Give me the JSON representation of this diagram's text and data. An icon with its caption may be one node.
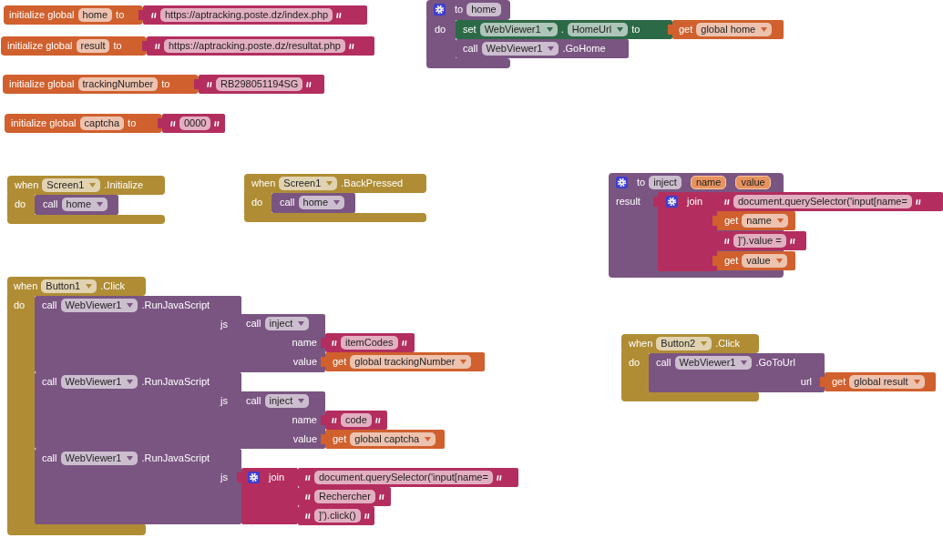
{
  "diagram": {
    "nodes": [
      {
        "text": [
          "initialize global",
          "home",
          "to"
        ]
      },
      {
        "text": [
          "https://aptracking.poste.dz/index.php"
        ]
      },
      {
        "text": [
          "initialize global",
          "result",
          "to"
        ]
      },
      {
        "text": [
          "https://aptracking.poste.dz/resultat.php"
        ]
      },
      {
        "text": [
          "initialize global",
          "trackingNumber",
          "to"
        ]
      },
      {
        "text": [
          "RB298051194SG"
        ]
      },
      {
        "text": [
          "initialize global",
          "captcha",
          "to"
        ]
      },
      {
        "text": [
          "0000"
        ]
      },
      {
        "text": [
          "to",
          "home",
          "do"
        ]
      },
      {
        "text": [
          "set",
          "WebViewer1",
          ".",
          "HomeUrl",
          "to"
        ]
      },
      {
        "text": [
          "get",
          "global home"
        ]
      },
      {
        "text": [
          "call",
          "WebViewer1",
          ".GoHome"
        ]
      },
      {
        "text": [
          "when",
          "Screen1",
          ".Initialize",
          "do"
        ]
      },
      {
        "text": [
          "call",
          "home"
        ],
        "in": 12
      },
      {
        "text": [
          "when",
          "Screen1",
          ".BackPressed",
          "do"
        ]
      },
      {
        "text": [
          "call",
          "home"
        ],
        "in": 14
      },
      {
        "text": [
          "to",
          "inject",
          "name",
          "value",
          "result"
        ]
      },
      {
        "text": [
          "join"
        ],
        "in": 16
      },
      {
        "text": [
          "document.querySelector('input[name="
        ]
      },
      {
        "text": [
          "get",
          "name"
        ]
      },
      {
        "text": [
          "]').value ="
        ]
      },
      {
        "text": [
          "get",
          "value"
        ]
      },
      {
        "text": [
          "when",
          "Button1",
          ".Click",
          "do"
        ]
      },
      {
        "text": [
          "call",
          "WebViewer1",
          ".RunJavaScript",
          "js"
        ]
      },
      {
        "text": [
          "call",
          "inject",
          "name",
          "value"
        ]
      },
      {
        "text": [
          "itemCodes"
        ]
      },
      {
        "text": [
          "get",
          "global trackingNumber"
        ]
      },
      {
        "text": [
          "call",
          "WebViewer1",
          ".RunJavaScript",
          "js"
        ]
      },
      {
        "text": [
          "call",
          "inject",
          "name",
          "value"
        ]
      },
      {
        "text": [
          "code"
        ]
      },
      {
        "text": [
          "get",
          "global captcha"
        ]
      },
      {
        "text": [
          "call",
          "WebViewer1",
          ".RunJavaScript",
          "js"
        ]
      },
      {
        "text": [
          "join"
        ]
      },
      {
        "text": [
          "document.querySelector('input[name="
        ]
      },
      {
        "text": [
          "Rechercher"
        ]
      },
      {
        "text": [
          "]').click()"
        ]
      },
      {
        "text": [
          "when",
          "Button2",
          ".Click",
          "do"
        ]
      },
      {
        "text": [
          "call",
          "WebViewer1",
          ".GoToUrl",
          "url"
        ]
      },
      {
        "text": [
          "get",
          "global result"
        ]
      }
    ]
  }
}
